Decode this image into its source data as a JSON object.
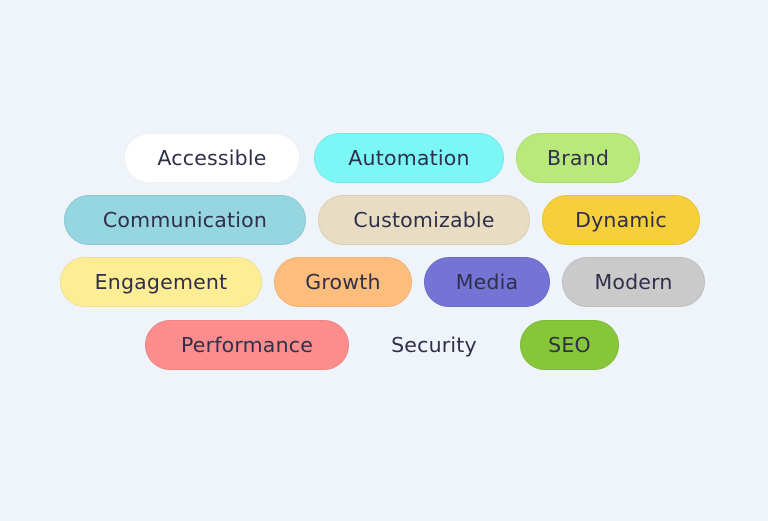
{
  "tags": [
    {
      "label": "Accessible",
      "color": "#ffffff"
    },
    {
      "label": "Automation",
      "color": "#7df7f6"
    },
    {
      "label": "Brand",
      "color": "#b9e97a"
    },
    {
      "label": "Communication",
      "color": "#95d6e1"
    },
    {
      "label": "Customizable",
      "color": "#e8dcc3"
    },
    {
      "label": "Dynamic",
      "color": "#f7cf3a"
    },
    {
      "label": "Engagement",
      "color": "#fdee96"
    },
    {
      "label": "Growth",
      "color": "#fdbd7d"
    },
    {
      "label": "Media",
      "color": "#7474d4"
    },
    {
      "label": "Modern",
      "color": "#cacaca"
    },
    {
      "label": "Performance",
      "color": "#fd8d8d"
    },
    {
      "label": "Security",
      "color": "#eff3fa"
    },
    {
      "label": "SEO",
      "color": "#85c739"
    }
  ]
}
